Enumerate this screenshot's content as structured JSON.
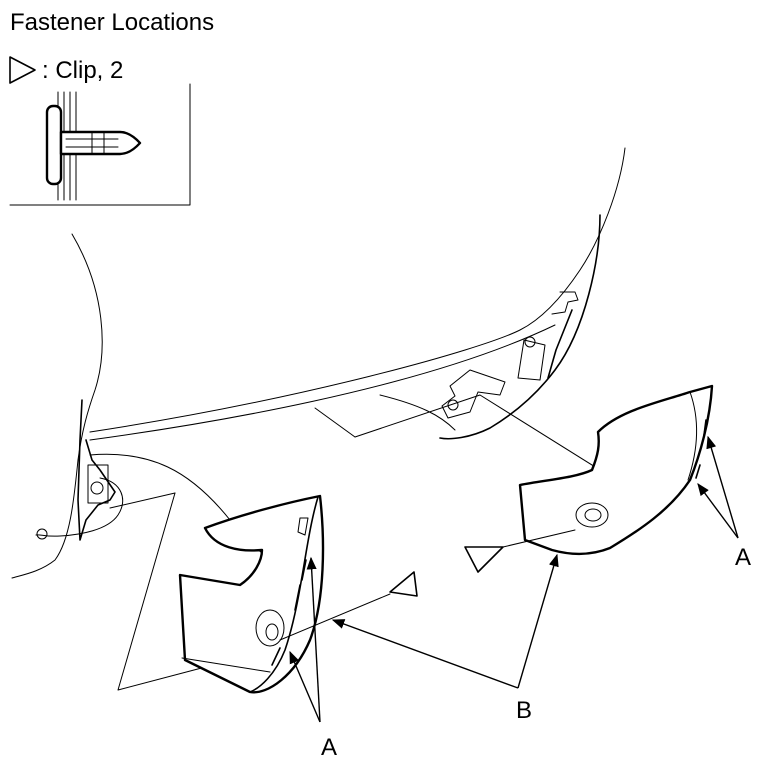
{
  "title": "Fastener Locations",
  "legend": {
    "symbol": "triangle-icon",
    "text": ": Clip, 2"
  },
  "callouts": {
    "a_left": "A",
    "a_right": "A",
    "b": "B"
  }
}
